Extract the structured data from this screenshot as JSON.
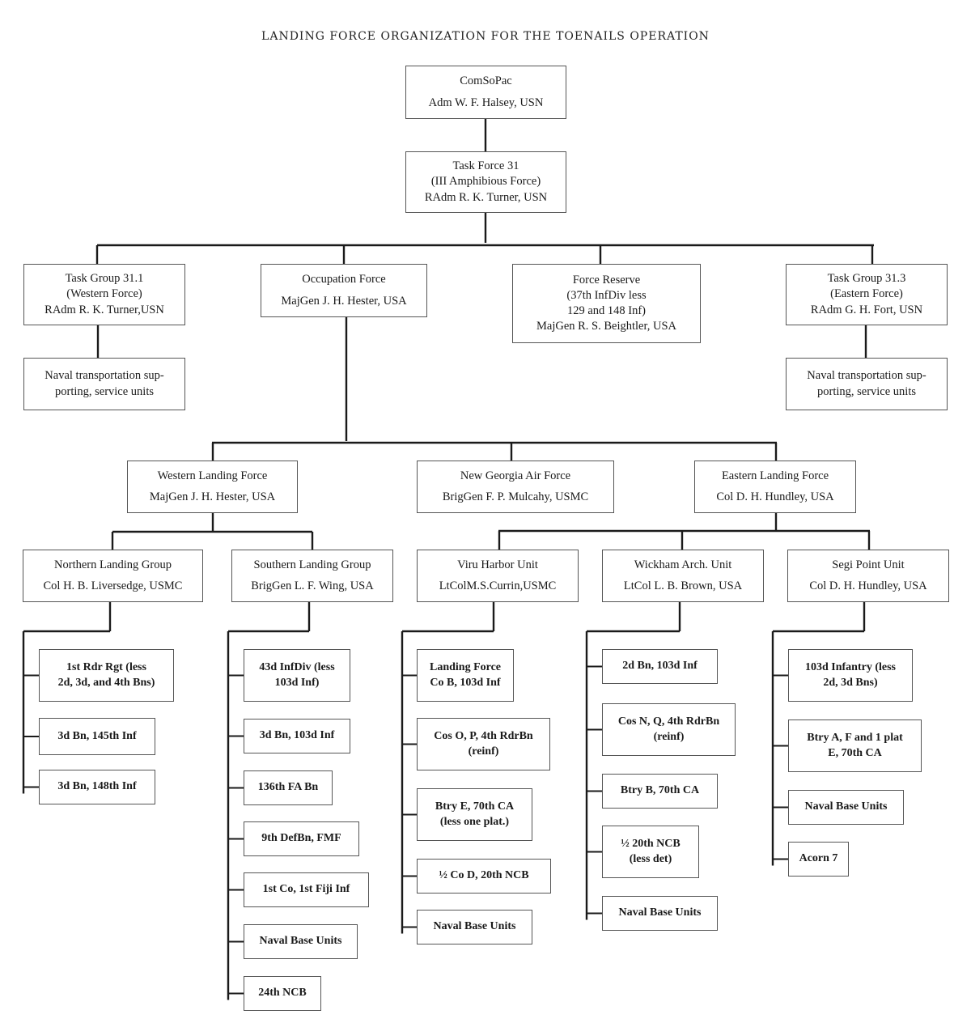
{
  "title": "LANDING FORCE ORGANIZATION FOR THE TOENAILS OPERATION",
  "nodes": {
    "comsopac": [
      "ComSoPac",
      "Adm W. F. Halsey, USN"
    ],
    "tf31": [
      "Task Force 31",
      "(III Amphibious Force)",
      "RAdm R. K. Turner, USN"
    ],
    "tg311": [
      "Task Group 31.1",
      "(Western Force)",
      "RAdm R. K. Turner,USN"
    ],
    "occupation": [
      "Occupation Force",
      "MajGen J. H. Hester, USA"
    ],
    "reserve": [
      "Force Reserve",
      "(37th InfDiv less",
      "129 and 148 Inf)",
      "MajGen R. S. Beightler, USA"
    ],
    "tg313": [
      "Task Group 31.3",
      "(Eastern Force)",
      "RAdm G. H. Fort, USN"
    ],
    "naval_w": [
      "Naval transportation sup-",
      "porting, service units"
    ],
    "naval_e": [
      "Naval transportation sup-",
      "porting, service units"
    ],
    "western_lf": [
      "Western Landing Force",
      "MajGen J. H. Hester, USA"
    ],
    "ng_air": [
      "New Georgia Air Force",
      "BrigGen F. P. Mulcahy, USMC"
    ],
    "eastern_lf": [
      "Eastern Landing Force",
      "Col D. H. Hundley, USA"
    ],
    "northern_lg": [
      "Northern Landing Group",
      "Col H. B. Liversedge, USMC"
    ],
    "southern_lg": [
      "Southern Landing Group",
      "BrigGen L. F. Wing, USA"
    ],
    "viru": [
      "Viru Harbor Unit",
      "LtColM.S.Currin,USMC"
    ],
    "wickham": [
      "Wickham Arch. Unit",
      "LtCol L. B. Brown, USA"
    ],
    "segi": [
      "Segi Point Unit",
      "Col D. H. Hundley, USA"
    ]
  },
  "units": {
    "northern": [
      [
        "1st Rdr Rgt (less",
        "2d, 3d, and 4th Bns)"
      ],
      [
        "3d Bn, 145th Inf"
      ],
      [
        "3d Bn, 148th Inf"
      ]
    ],
    "southern": [
      [
        "43d InfDiv (less",
        "103d Inf)"
      ],
      [
        "3d Bn, 103d Inf"
      ],
      [
        "136th FA Bn"
      ],
      [
        "9th DefBn, FMF"
      ],
      [
        "1st Co, 1st Fiji Inf"
      ],
      [
        "Naval Base Units"
      ],
      [
        "24th NCB"
      ]
    ],
    "viru": [
      [
        "Landing Force",
        "Co B, 103d Inf"
      ],
      [
        "Cos O, P, 4th RdrBn",
        "(reinf)"
      ],
      [
        "Btry E, 70th CA",
        "(less one plat.)"
      ],
      [
        "½ Co D, 20th NCB"
      ],
      [
        "Naval Base Units"
      ]
    ],
    "wickham": [
      [
        "2d Bn, 103d Inf"
      ],
      [
        "Cos N, Q, 4th RdrBn",
        "(reinf)"
      ],
      [
        "Btry B, 70th CA"
      ],
      [
        "½ 20th NCB",
        "(less det)"
      ],
      [
        "Naval Base Units"
      ]
    ],
    "segi": [
      [
        "103d Infantry (less",
        "2d, 3d Bns)"
      ],
      [
        "Btry A, F and 1 plat",
        "E, 70th CA"
      ],
      [
        "Naval Base Units"
      ],
      [
        "Acorn 7"
      ]
    ]
  }
}
